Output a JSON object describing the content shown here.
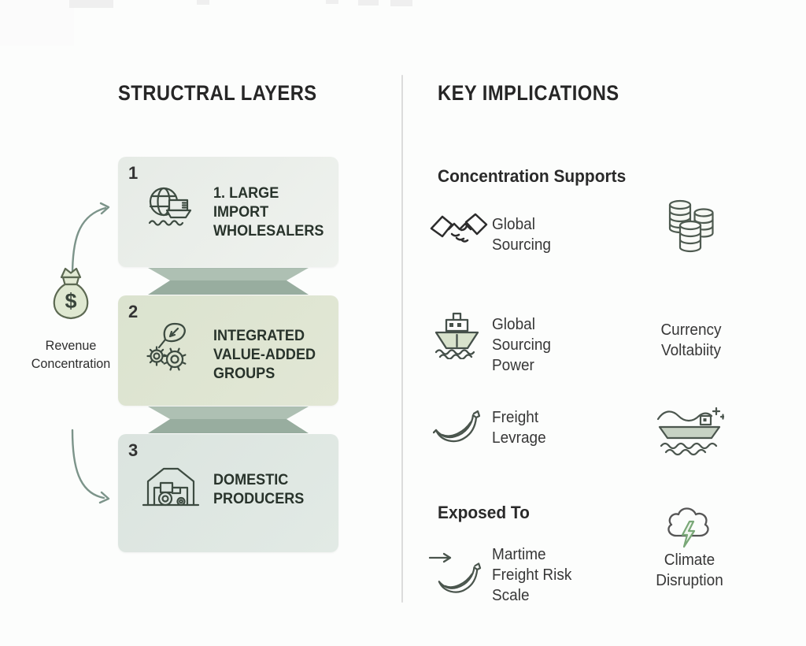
{
  "titles": {
    "left": "STRUCTRAL LAYERS",
    "right": "KEY IMPLICATIONS"
  },
  "left_column": {
    "revenue": {
      "label": "Revenue\nConcentration",
      "icon": "money-bag-icon",
      "dollar": "$"
    },
    "boxes": [
      {
        "number": "1",
        "label": "1. LARGE\nIMPORT\nWHOLESALERS",
        "icon": "globe-ship-icon"
      },
      {
        "number": "2",
        "label": "INTEGRATED\nVALUE-ADDED\nGROUPS",
        "icon": "leaf-gears-icon"
      },
      {
        "number": "3",
        "label": "DOMESTIC\nPRODUCERS",
        "icon": "barn-tractor-icon"
      }
    ]
  },
  "right_column": {
    "heading_supports": "Concentration Supports",
    "heading_exposed": "Exposed To",
    "global_sourcing": "Global\nSourcing",
    "sourcing_power": "Global\nSourcing\nPower",
    "freight_leverage": "Freight\nLevrage",
    "currency": "Currency\nVoltabiity",
    "maritime_risk": "Martime\nFreight Risk\nScale",
    "climate": "Climate\nDisruption"
  },
  "colors": {
    "background": "#fcfdfc",
    "box1_fill": "#e9eee9",
    "box2_fill": "#dde4d1",
    "box3_fill": "#dde6e1",
    "connector_top": "#aec0b3",
    "connector_bottom": "#98ad9f",
    "icon_stroke": "#3d4b41",
    "arrow": "#7c948a",
    "lightning_green": "#79a877",
    "bag_fill": "#dfe8d1",
    "divider": "#dcdcdc",
    "title_text": "#262626",
    "box_text": "#28332b",
    "label_text": "#373737"
  }
}
